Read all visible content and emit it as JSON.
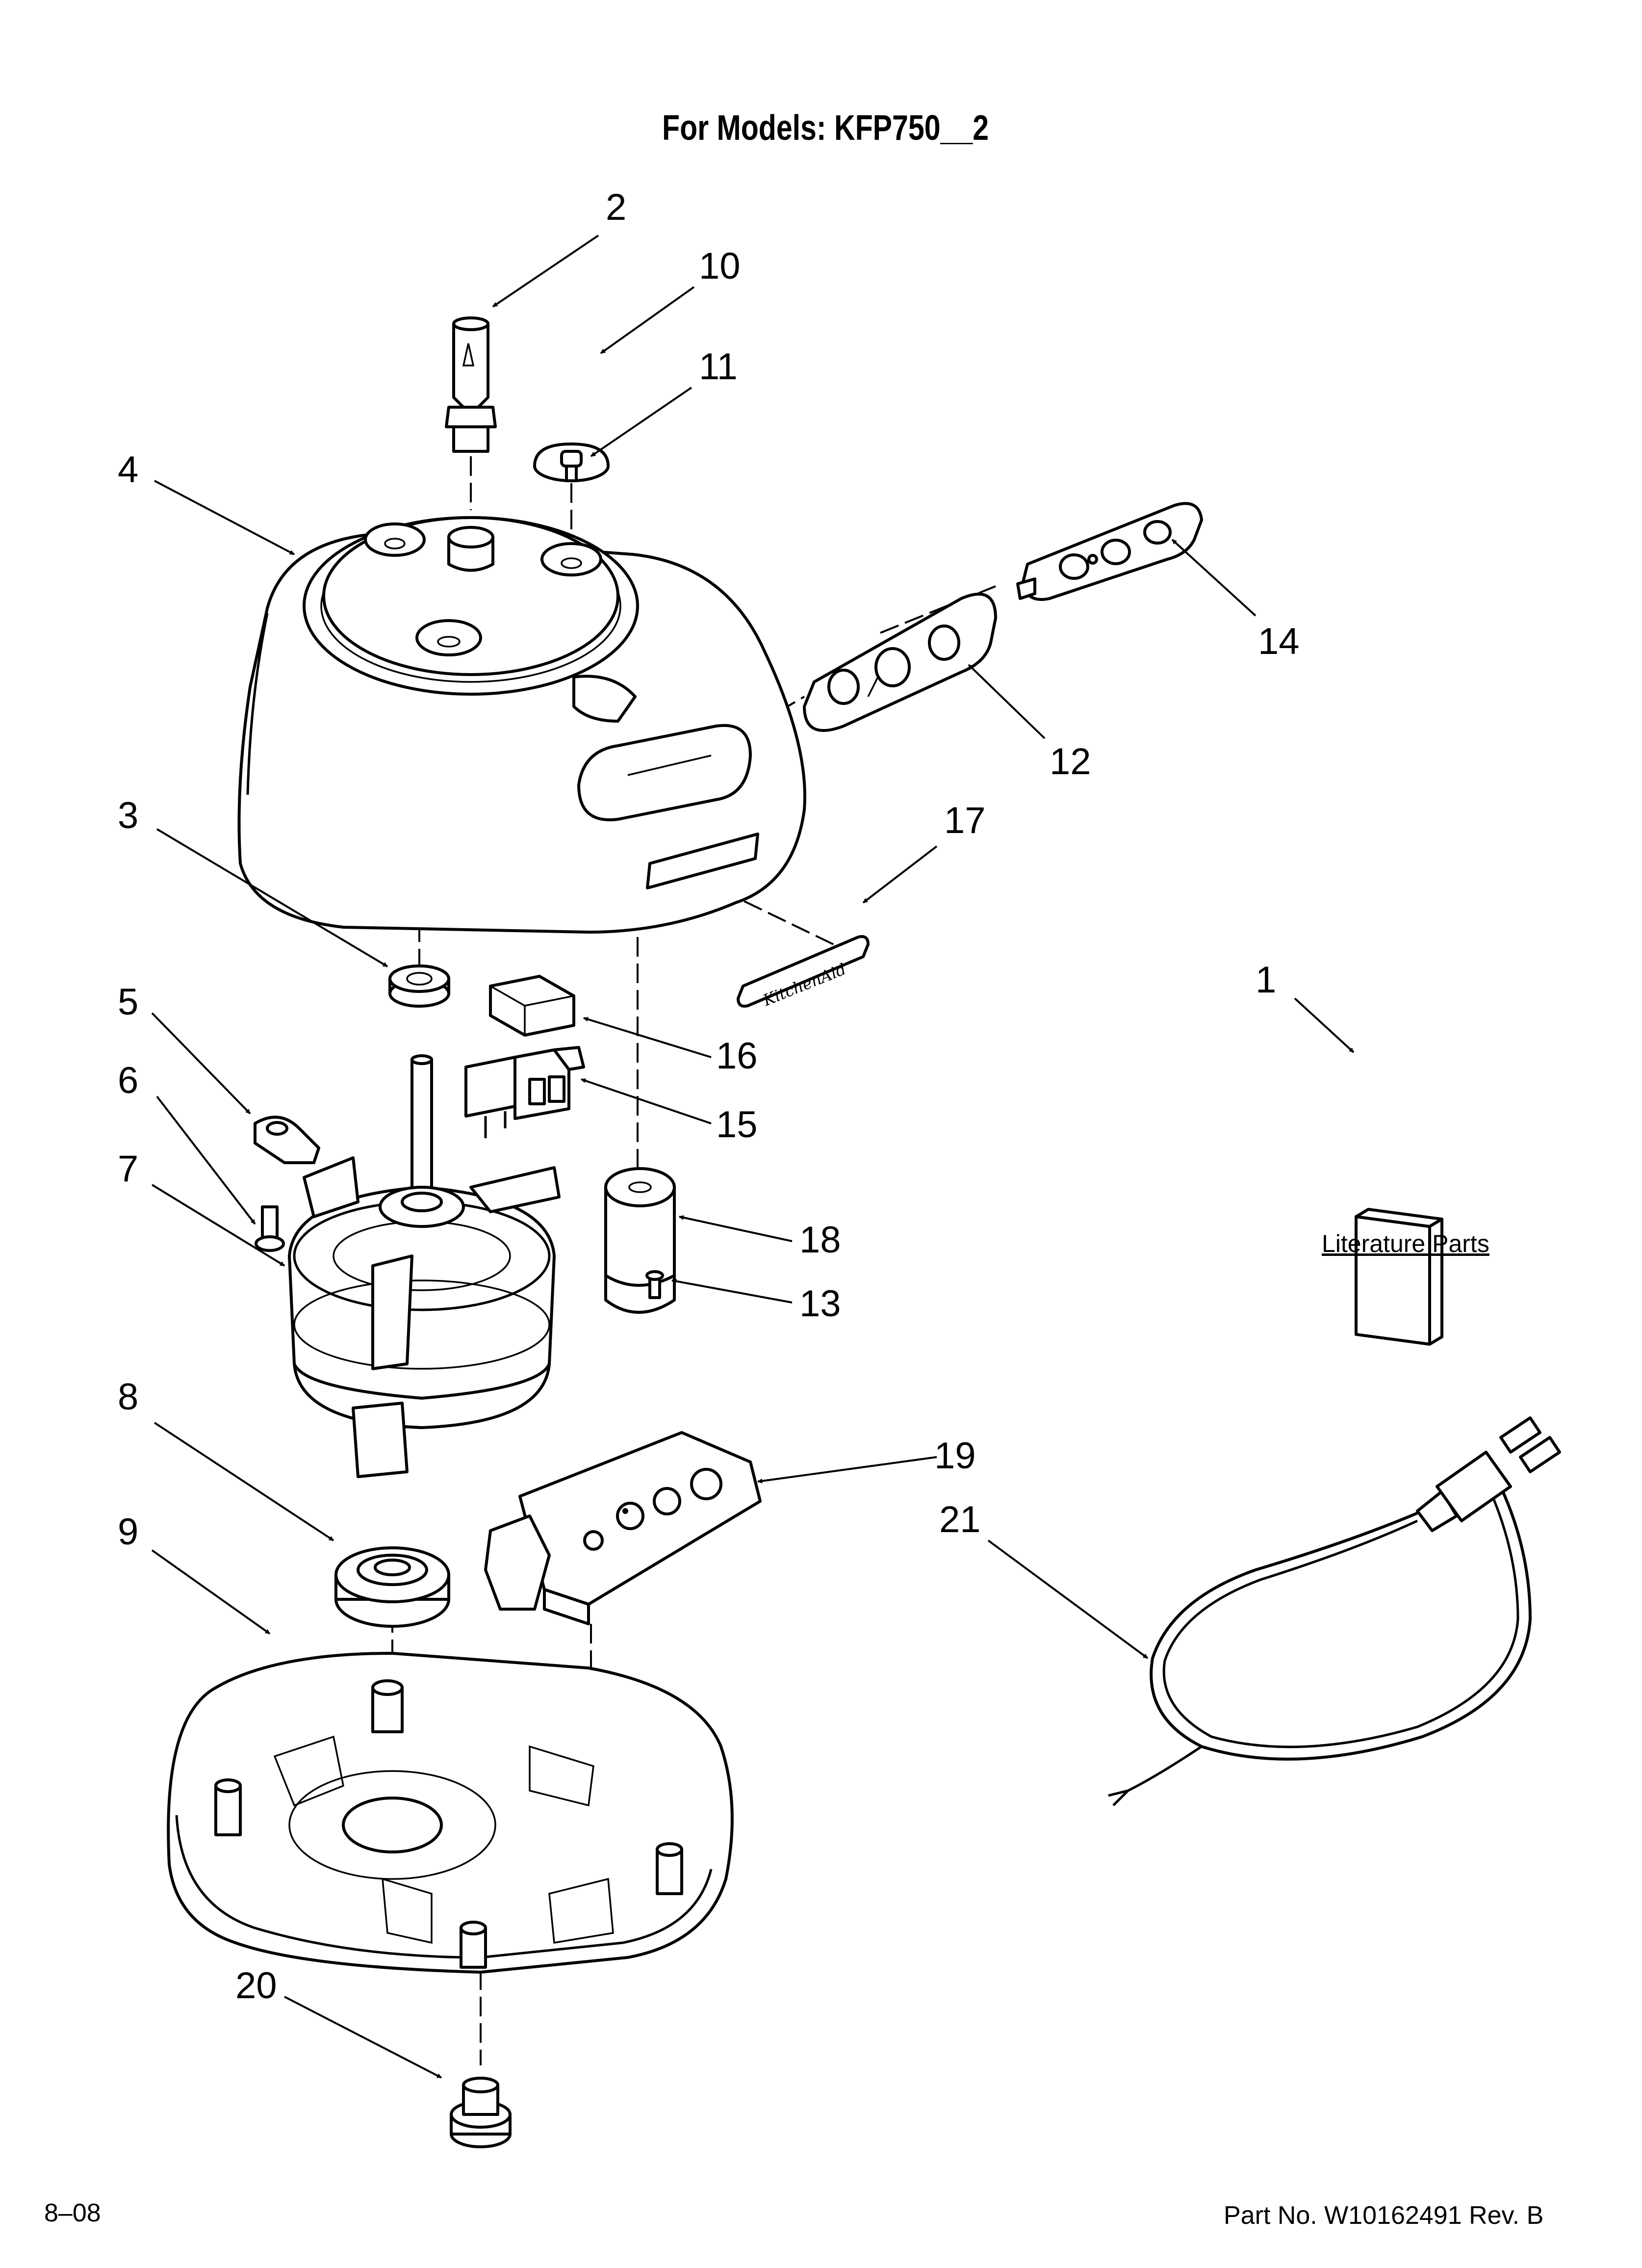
{
  "header": {
    "title": "For Models: KFP750__2"
  },
  "footer": {
    "date": "8–08",
    "part_number": "Part No. W10162491 Rev. B"
  },
  "literature": {
    "label": "Literature Parts"
  },
  "logo_text": "KitchenAid",
  "callouts": [
    {
      "id": "c2",
      "label": "2"
    },
    {
      "id": "c10",
      "label": "10"
    },
    {
      "id": "c11",
      "label": "11"
    },
    {
      "id": "c4",
      "label": "4"
    },
    {
      "id": "c14",
      "label": "14"
    },
    {
      "id": "c12",
      "label": "12"
    },
    {
      "id": "c3",
      "label": "3"
    },
    {
      "id": "c17",
      "label": "17"
    },
    {
      "id": "c1",
      "label": "1"
    },
    {
      "id": "c5",
      "label": "5"
    },
    {
      "id": "c16",
      "label": "16"
    },
    {
      "id": "c6",
      "label": "6"
    },
    {
      "id": "c15",
      "label": "15"
    },
    {
      "id": "c7",
      "label": "7"
    },
    {
      "id": "c18",
      "label": "18"
    },
    {
      "id": "c13",
      "label": "13"
    },
    {
      "id": "c8",
      "label": "8"
    },
    {
      "id": "c19",
      "label": "19"
    },
    {
      "id": "c21",
      "label": "21"
    },
    {
      "id": "c9",
      "label": "9"
    },
    {
      "id": "c20",
      "label": "20"
    }
  ]
}
